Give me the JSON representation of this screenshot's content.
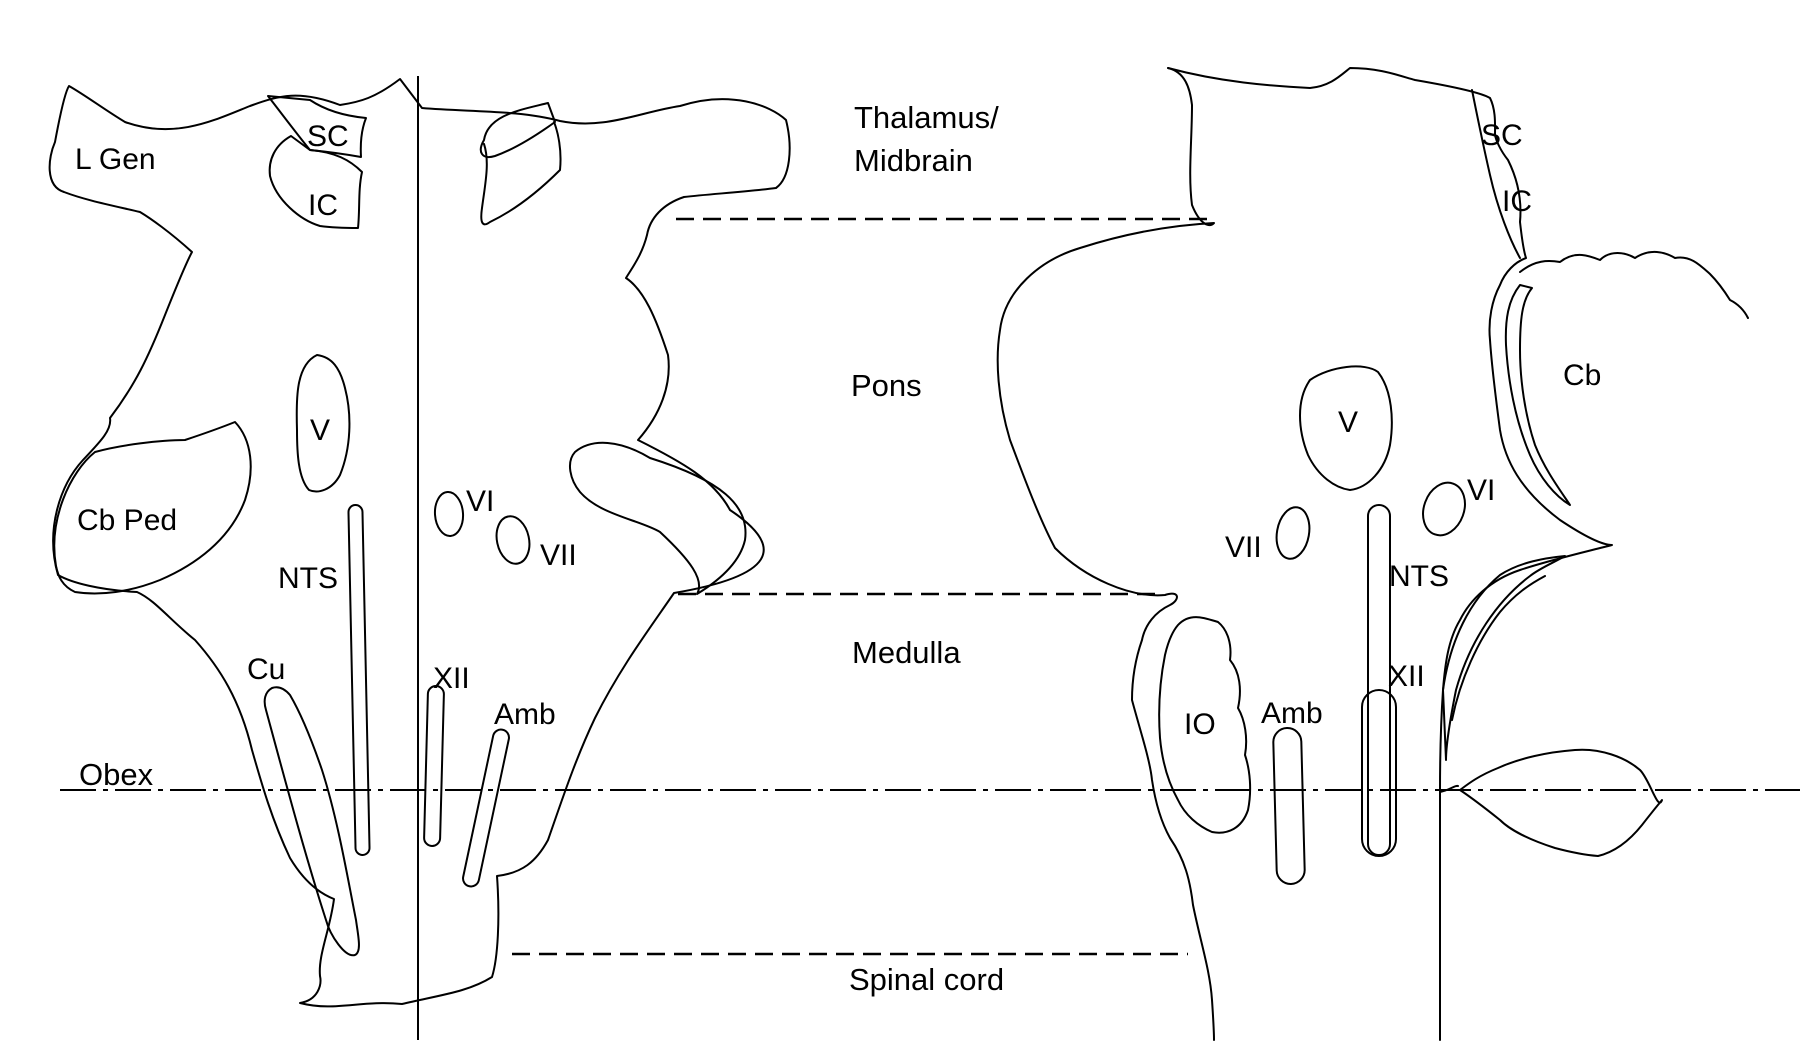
{
  "regions": {
    "thalamus_line1": "Thalamus/",
    "thalamus_line2": "Midbrain",
    "pons": "Pons",
    "medulla": "Medulla",
    "spinal_cord": "Spinal cord",
    "obex": "Obex"
  },
  "dorsal_view": {
    "l_gen": "L Gen",
    "sc": "SC",
    "ic": "IC",
    "v": "V",
    "cb_ped": "Cb Ped",
    "nts": "NTS",
    "cu": "Cu",
    "vi": "VI",
    "vii": "VII",
    "xii": "XII",
    "amb": "Amb"
  },
  "lateral_view": {
    "sc": "SC",
    "ic": "IC",
    "cb": "Cb",
    "v": "V",
    "vi": "VI",
    "vii": "VII",
    "nts": "NTS",
    "xii": "XII",
    "io": "IO",
    "amb": "Amb"
  }
}
